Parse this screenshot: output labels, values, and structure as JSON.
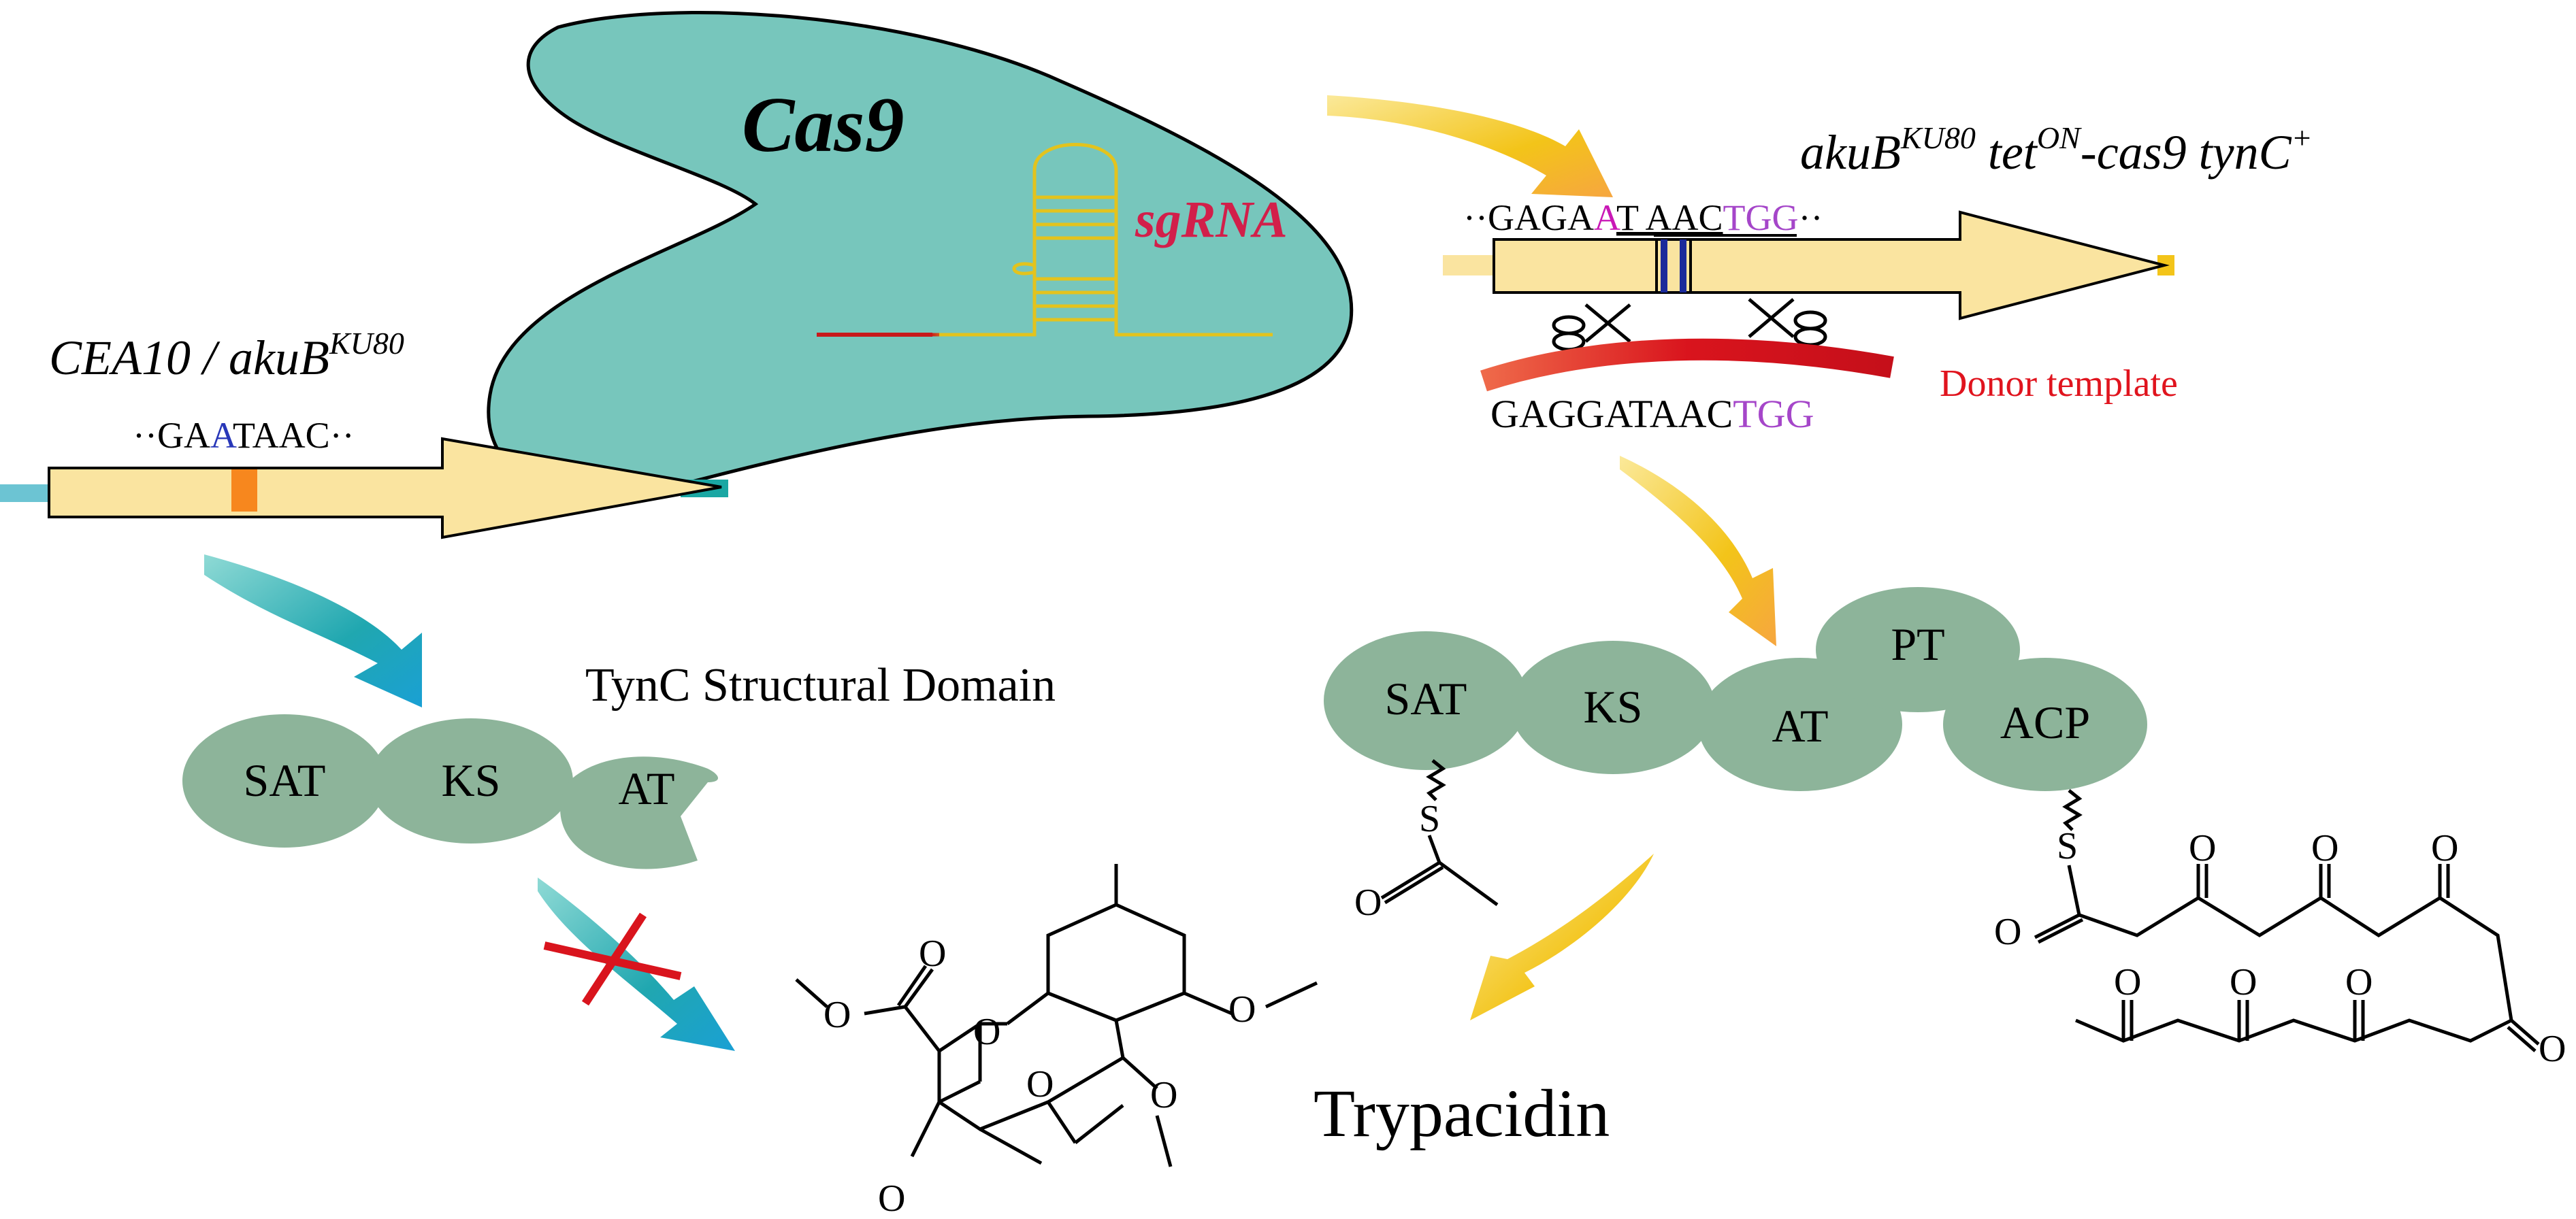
{
  "cas9": {
    "label": "Cas9",
    "sgrna": "sgRNA"
  },
  "wild_type": {
    "strain": "CEA10 / akuB",
    "strain_sup": "KU80",
    "seq_left": "··GA",
    "seq_mut": "A",
    "seq_right": "TAAC··"
  },
  "edited": {
    "strain_pre": "akuB",
    "strain_sup1": "KU80",
    "strain_mid": " tet",
    "strain_sup2": "ON",
    "strain_post": "-cas9 tynC",
    "strain_sup3": "+",
    "seq_a": "··GAGA",
    "seq_b": "A",
    "seq_c": "T AAC",
    "seq_d": "TGG",
    "seq_e": "··",
    "donor_seq": "GAGGATAAC",
    "donor_pam": "TGG",
    "donor_label": "Donor template"
  },
  "domains_truncated": [
    "SAT",
    "KS",
    "AT"
  ],
  "domains_full": [
    "SAT",
    "KS",
    "AT",
    "PT",
    "ACP"
  ],
  "domain_title": "TynC Structural Domain",
  "thio_label": "S",
  "oxygen_label": "O",
  "product": "Trypacidin",
  "colors": {
    "cas9": "#77c6bc",
    "gene": "#fae4a0",
    "domain": "#8db49a",
    "donor": "#d9141d",
    "mutation": "#f7871e",
    "pam": "#a546c9",
    "teal_arrow": "#1fa3c4",
    "gold_arrow": "#f2c01a"
  }
}
